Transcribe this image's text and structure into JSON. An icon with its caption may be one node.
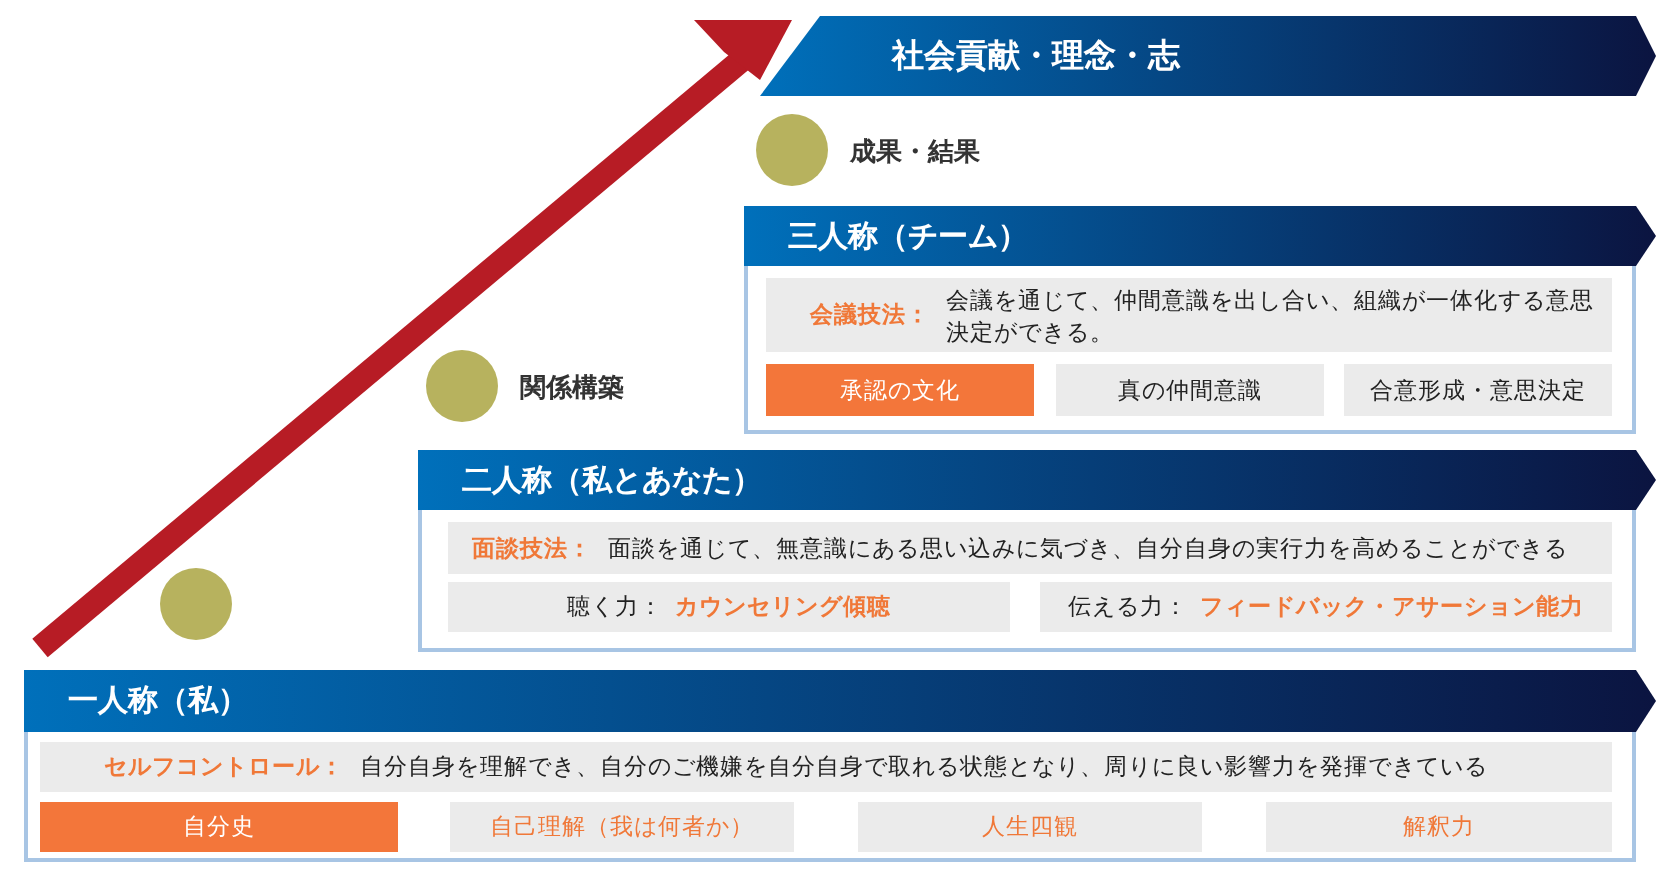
{
  "diagram": {
    "nodes": [
      {
        "text": [
          "社会貢献・理念・志"
        ]
      },
      {
        "text": [],
        "shape": "circle",
        "beside": [
          "成果・結果"
        ]
      },
      {
        "text": [],
        "shape": "circle",
        "beside": [
          "関係構築"
        ]
      },
      {
        "text": [],
        "shape": "circle"
      },
      {
        "text": [
          "三人称（チーム）"
        ]
      },
      {
        "text": [
          "会議技法：",
          "会議を通じて、仲間意識を出し合い、組織が一体化する意思決定ができる。"
        ],
        "in": 4
      },
      {
        "text": [
          "承認の文化"
        ],
        "in": 4
      },
      {
        "text": [
          "真の仲間意識"
        ],
        "in": 4
      },
      {
        "text": [
          "合意形成・意思決定"
        ],
        "in": 4
      },
      {
        "text": [
          "二人称（私とあなた）"
        ]
      },
      {
        "text": [
          "面談技法：",
          "面談を通じて、無意識にある思い込みに気づき、自分自身の実行力を高めることができる"
        ],
        "in": 9
      },
      {
        "text": [
          "聴く力：",
          "カウンセリング傾聴"
        ],
        "in": 9
      },
      {
        "text": [
          "伝える力：",
          "フィードバック・アサーション能力"
        ],
        "in": 9
      },
      {
        "text": [
          "一人称（私）"
        ]
      },
      {
        "text": [
          "セルフコントロール：",
          "自分自身を理解でき、自分のご機嫌を自分自身で取れる状態となり、周りに良い影響力を発揮できている"
        ],
        "in": 13
      },
      {
        "text": [
          "自分史"
        ],
        "in": 13
      },
      {
        "text": [
          "自己理解（我は何者か）"
        ],
        "in": 13
      },
      {
        "text": [
          "人生四観"
        ],
        "in": 13
      },
      {
        "text": [
          "解釈力"
        ],
        "in": 13
      }
    ],
    "edges": []
  }
}
